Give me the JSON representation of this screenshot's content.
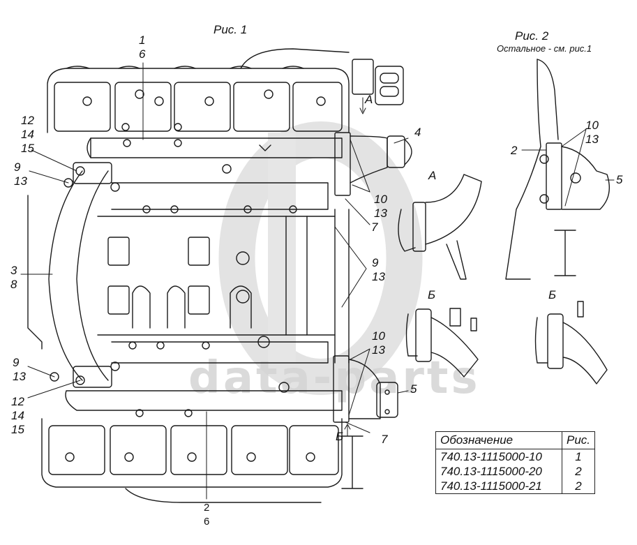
{
  "figure1": {
    "title": "Рис. 1",
    "callouts": [
      {
        "id": "c-1-6",
        "lines": [
          "1",
          "6"
        ]
      },
      {
        "id": "c-12-14-15-top",
        "lines": [
          "12",
          "14",
          "15"
        ]
      },
      {
        "id": "c-9-13-top",
        "lines": [
          "9",
          "13"
        ]
      },
      {
        "id": "c-3-8",
        "lines": [
          "3",
          "8"
        ]
      },
      {
        "id": "c-9-13-bottom",
        "lines": [
          "9",
          "13"
        ]
      },
      {
        "id": "c-12-14-15-bottom",
        "lines": [
          "12",
          "14",
          "15"
        ]
      },
      {
        "id": "c-2-6",
        "lines": [
          "2",
          "6"
        ]
      },
      {
        "id": "c-4",
        "lines": [
          "4"
        ]
      },
      {
        "id": "c-10-13-top",
        "lines": [
          "10",
          "13"
        ]
      },
      {
        "id": "c-7-top",
        "lines": [
          "7"
        ]
      },
      {
        "id": "c-9-13-right",
        "lines": [
          "9",
          "13"
        ]
      },
      {
        "id": "c-10-13-bottom",
        "lines": [
          "10",
          "13"
        ]
      },
      {
        "id": "c-5",
        "lines": [
          "5"
        ]
      },
      {
        "id": "c-7-bottom",
        "lines": [
          "7"
        ]
      }
    ],
    "view_markers": {
      "a": "А",
      "b": "Б"
    }
  },
  "figure2": {
    "title": "Рис. 2",
    "subtitle": "Остальное - см. рис.1",
    "callouts": [
      {
        "id": "c2-10-13",
        "lines": [
          "10",
          "13"
        ]
      },
      {
        "id": "c2-2",
        "lines": [
          "2"
        ]
      },
      {
        "id": "c2-5",
        "lines": [
          "5"
        ]
      }
    ]
  },
  "detail_views": {
    "view_a_label": "А",
    "view_b_label_fig1": "Б",
    "view_b_label_fig2": "Б"
  },
  "designation_table": {
    "headers": [
      "Обозначение",
      "Рис."
    ],
    "rows": [
      {
        "designation": "740.13-1115000-10",
        "figure": "1"
      },
      {
        "designation": "740.13-1115000-20",
        "figure": "2"
      },
      {
        "designation": "740.13-1115000-21",
        "figure": "2"
      }
    ]
  },
  "watermark": "data-parts"
}
